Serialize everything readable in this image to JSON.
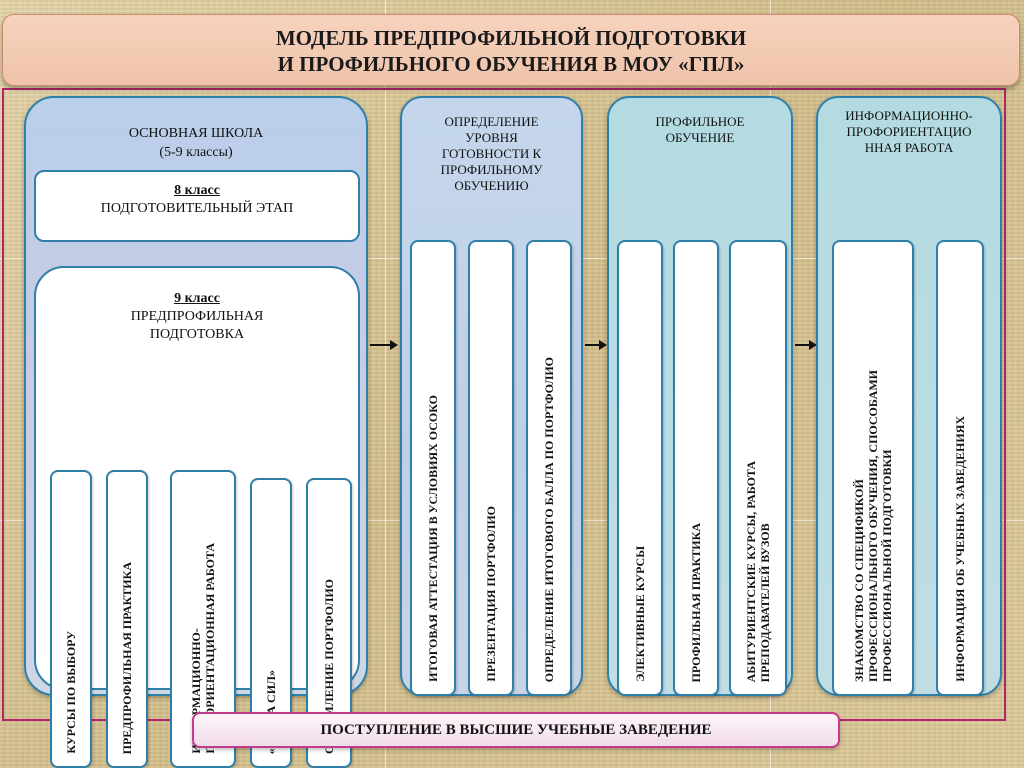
{
  "title": {
    "line1": "МОДЕЛЬ ПРЕДПРОФИЛЬНОЙ ПОДГОТОВКИ",
    "line2": "И ПРОФИЛЬНОГО ОБУЧЕНИЯ В МОУ «ГПЛ»"
  },
  "main_school": {
    "title": "ОСНОВНАЯ ШКОЛА",
    "subtitle": "(5-9 классы)",
    "grade8": {
      "heading": "8 класс",
      "stage": "ПОДГОТОВИТЕЛЬНЫЙ ЭТАП"
    },
    "grade9": {
      "heading": "9 класс",
      "stage_line1": "ПРЕДПРОФИЛЬНАЯ",
      "stage_line2": "ПОДГОТОВКА",
      "items": [
        {
          "line1": "КУРСЫ ПО ВЫБОРУ",
          "line2": ""
        },
        {
          "line1": "ПРЕДПРОФИЛЬНАЯ ПРАКТИКА",
          "line2": ""
        },
        {
          "line1": "ИНФОРМАЦИОННО-",
          "line2": "ПРОФОРИЕНТАЦИОННАЯ РАБОТА"
        },
        {
          "line1": "«ПРОБА СИЛ»",
          "line2": ""
        },
        {
          "line1": "ОФОРМЛЕНИЕ ПОРТФОЛИО",
          "line2": ""
        }
      ]
    }
  },
  "readiness": {
    "title_lines": [
      "ОПРЕДЕЛЕНИЕ",
      "УРОВНЯ",
      "ГОТОВНОСТИ К",
      "ПРОФИЛЬНОМУ",
      "ОБУЧЕНИЮ"
    ],
    "items": [
      {
        "line1": "ИТОГОВАЯ АТТЕСТАЦИЯ В УСЛОВИЯХ ОСОКО",
        "line2": ""
      },
      {
        "line1": "ПРЕЗЕНТАЦИЯ ПОРТФОЛИО",
        "line2": ""
      },
      {
        "line1": "ОПРЕДЕЛЕНИЕ ИТОГОВОГО БАЛЛА ПО ПОРТФОЛИО",
        "line2": ""
      }
    ]
  },
  "profile": {
    "title_lines": [
      "ПРОФИЛЬНОЕ",
      "ОБУЧЕНИЕ"
    ],
    "items": [
      {
        "line1": "ЭЛЕКТИВНЫЕ КУРСЫ",
        "line2": ""
      },
      {
        "line1": "ПРОФИЛЬНАЯ ПРАКТИКА",
        "line2": ""
      },
      {
        "line1": "АБИТУРИЕНТСКИЕ КУРСЫ, РАБОТА",
        "line2": "ПРЕПОДАВАТЕЛЕЙ ВУЗОВ"
      }
    ]
  },
  "info_work": {
    "title_lines": [
      "ИНФОРМАЦИОННО-",
      "ПРОФОРИЕНТАЦИО",
      "ННАЯ РАБОТА"
    ],
    "items": [
      {
        "line1": "ЗНАКОМСТВО СО СПЕЦИФИКОЙ",
        "line2": "ПРОФЕССИОНАЛЬНОГО ОБУЧЕНИЯ, СПОСОБАМИ",
        "line3": "ПРОФЕССИОНАЛЬНОЙ ПОДГОТОВКИ"
      },
      {
        "line1": "ИНФОРМАЦИЯ ОБ УЧЕБНЫХ ЗАВЕДЕНИЯХ",
        "line2": "",
        "line3": ""
      }
    ]
  },
  "footer": "ПОСТУПЛЕНИЕ В ВЫСШИЕ УЧЕБНЫЕ ЗАВЕДЕНИЕ",
  "colors": {
    "frame": "#b3246e",
    "column_border": "#2f7fa8",
    "title_fill": "#f0c3aa",
    "footer_border": "#c43a8d"
  }
}
